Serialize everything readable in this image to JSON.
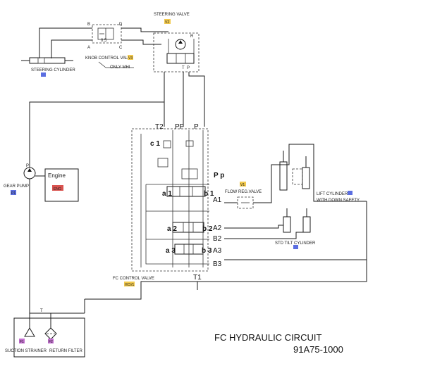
{
  "title": "FC HYDRAULIC CIRCUIT",
  "drawing_no": "91A75-1000",
  "colors": {
    "tag_yellow": "#f2c94c",
    "tag_blue": "#5b6ee1",
    "tag_purple": "#c36fd0",
    "tag_red": "#d9534f"
  },
  "components": {
    "steering_valve": {
      "name": "STEERING VALVE",
      "tag": "V2"
    },
    "knob_control_valve": {
      "name": "KNOB CONTROL VALVE",
      "tag": "V3",
      "note": "ONLY MHI",
      "value": "0.5"
    },
    "steering_cylinder": {
      "name": "STEERING CYLINDER",
      "tag": ""
    },
    "gear_pump": {
      "name": "GEAR PUMP",
      "tag": "P1"
    },
    "engine": {
      "name": "Engine",
      "tag": "ENG"
    },
    "flow_reg_valve": {
      "name": "FLOW REG.VALVE",
      "tag": "V1"
    },
    "lift_cylinder": {
      "name": "LIFT CYLINDER",
      "name2": "WITH DOWN SAFETY",
      "tag": ""
    },
    "tilt_cylinder": {
      "name": "STD TILT CYLINDER",
      "tag": ""
    },
    "fc_control_valve": {
      "name": "FC CONTROL VALVE",
      "tag": "HCV1"
    },
    "suction_strainer": {
      "name": "SUCTION STRAINER",
      "tag": "F1"
    },
    "return_filter": {
      "name": "RETURN FILTER",
      "tag": "F2"
    }
  },
  "ports": {
    "B": "B",
    "D": "D",
    "A": "A",
    "C": "C",
    "R": "R",
    "T": "T",
    "P": "P",
    "T2": "T2",
    "PF": "PF",
    "Pp": "P p",
    "c1": "c 1",
    "A1": "A1",
    "A2": "A2",
    "B2": "B2",
    "A3": "A3",
    "B3": "B3",
    "T1": "T1",
    "a1": "a 1",
    "b1": "b 1",
    "a2": "a 2",
    "b2": "b 2",
    "a3": "a 3",
    "b3": "b 3",
    "tank_T": "T"
  }
}
